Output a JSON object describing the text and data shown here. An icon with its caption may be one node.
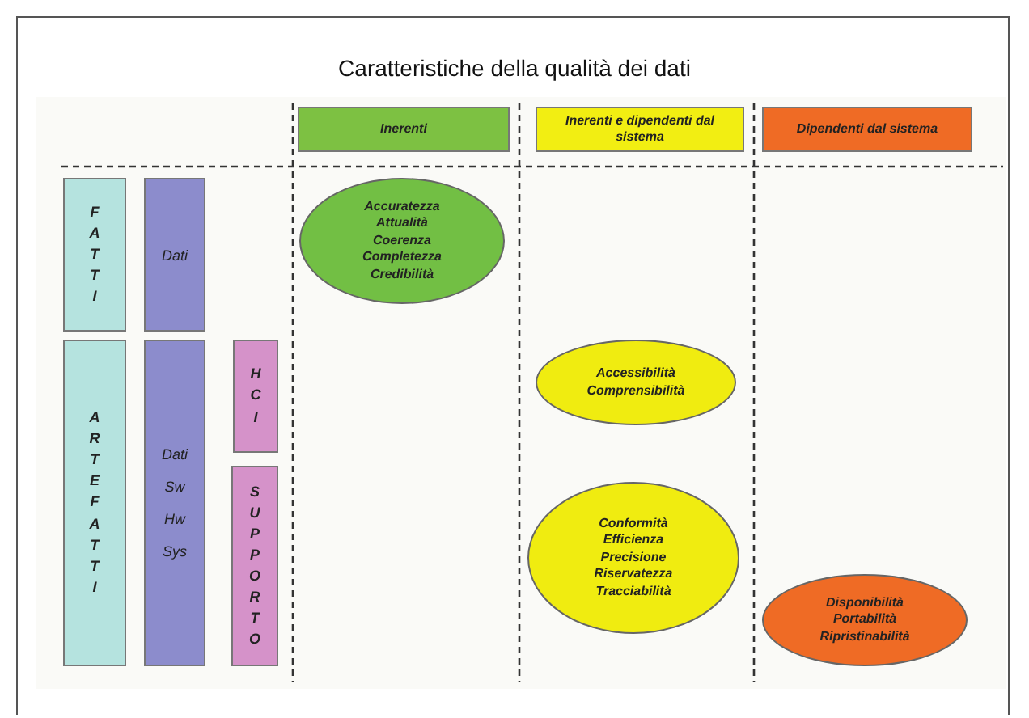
{
  "diagram": {
    "title": "Caratteristiche della qualità dei dati",
    "nodes": [
      {
        "text": [
          "Inerenti"
        ]
      },
      {
        "text": [
          "Inerenti e dipendenti dal sistema"
        ]
      },
      {
        "text": [
          "Dipendenti dal sistema"
        ]
      },
      {
        "text": [
          "FATTI"
        ]
      },
      {
        "text": [
          "Dati"
        ]
      },
      {
        "text": [
          "ARTEFATTI"
        ]
      },
      {
        "text": [
          "Dati",
          "Sw",
          "Hw",
          "Sys"
        ]
      },
      {
        "text": [
          "HCI"
        ]
      },
      {
        "text": [
          "SUPPORTO"
        ]
      },
      {
        "text": [
          "Accuratezza",
          "Attualità",
          "Coerenza",
          "Completezza",
          "Credibilità"
        ]
      },
      {
        "text": [
          "Accessibilità",
          "Comprensibilità"
        ]
      },
      {
        "text": [
          "Conformità",
          "Efficienza",
          "Precisione",
          "Riservatezza",
          "Tracciabilità"
        ]
      },
      {
        "text": [
          "Disponibilità",
          "Portabilità",
          "Ripristinabilità"
        ]
      }
    ]
  }
}
